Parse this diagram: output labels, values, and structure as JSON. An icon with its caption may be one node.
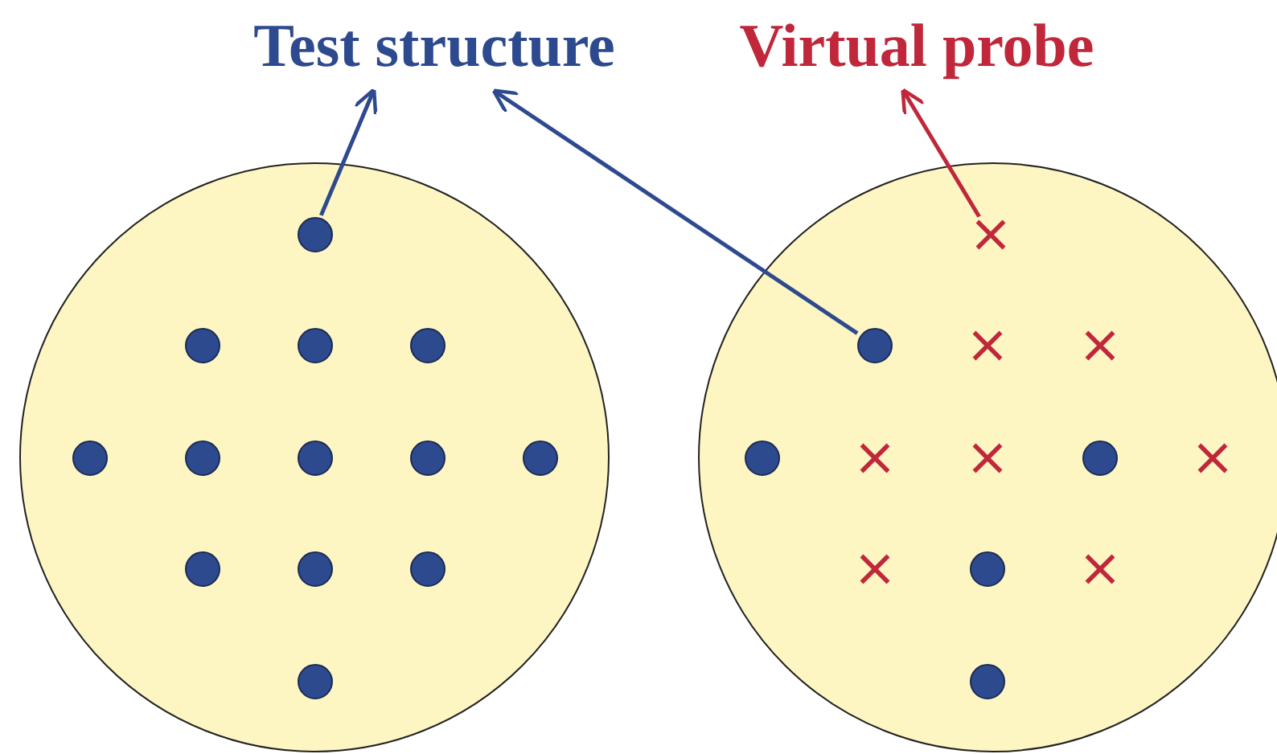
{
  "diagram": {
    "nodes": [
      {
        "text": [
          "Test structure"
        ]
      },
      {
        "text": [
          "Virtual probe"
        ]
      },
      {
        "text": [],
        "shape": "circle"
      },
      {
        "text": [],
        "shape": "circle"
      },
      {
        "text": [],
        "shape": "circle",
        "in": 2
      },
      {
        "text": [],
        "shape": "circle",
        "in": 2
      },
      {
        "text": [],
        "shape": "circle",
        "in": 2
      },
      {
        "text": [],
        "shape": "circle",
        "in": 2
      },
      {
        "text": [],
        "shape": "circle",
        "in": 2
      },
      {
        "text": [],
        "shape": "circle",
        "in": 2
      },
      {
        "text": [],
        "shape": "circle",
        "in": 2
      },
      {
        "text": [],
        "shape": "circle",
        "in": 2
      },
      {
        "text": [],
        "shape": "circle",
        "in": 2
      },
      {
        "text": [],
        "shape": "circle",
        "in": 2
      },
      {
        "text": [],
        "shape": "circle",
        "in": 2
      },
      {
        "text": [],
        "shape": "circle",
        "in": 2
      },
      {
        "text": [],
        "shape": "circle",
        "in": 2
      },
      {
        "text": [],
        "shape": "cross",
        "in": 3
      },
      {
        "text": [],
        "shape": "circle",
        "in": 3
      },
      {
        "text": [],
        "shape": "cross",
        "in": 3
      },
      {
        "text": [],
        "shape": "cross",
        "in": 3
      },
      {
        "text": [],
        "shape": "circle",
        "in": 3
      },
      {
        "text": [],
        "shape": "cross",
        "in": 3
      },
      {
        "text": [],
        "shape": "cross",
        "in": 3
      },
      {
        "text": [],
        "shape": "circle",
        "in": 3
      },
      {
        "text": [],
        "shape": "cross",
        "in": 3
      },
      {
        "text": [],
        "shape": "cross",
        "in": 3
      },
      {
        "text": [],
        "shape": "circle",
        "in": 3
      },
      {
        "text": [],
        "shape": "cross",
        "in": 3
      },
      {
        "text": [],
        "shape": "circle",
        "in": 3
      }
    ],
    "edges": [
      {
        "from": 4,
        "to": 0,
        "arrow": "to"
      },
      {
        "from": 18,
        "to": 0,
        "arrow": "to"
      },
      {
        "from": 17,
        "to": 1,
        "arrow": "to",
        "color": "#c0273a"
      }
    ]
  }
}
